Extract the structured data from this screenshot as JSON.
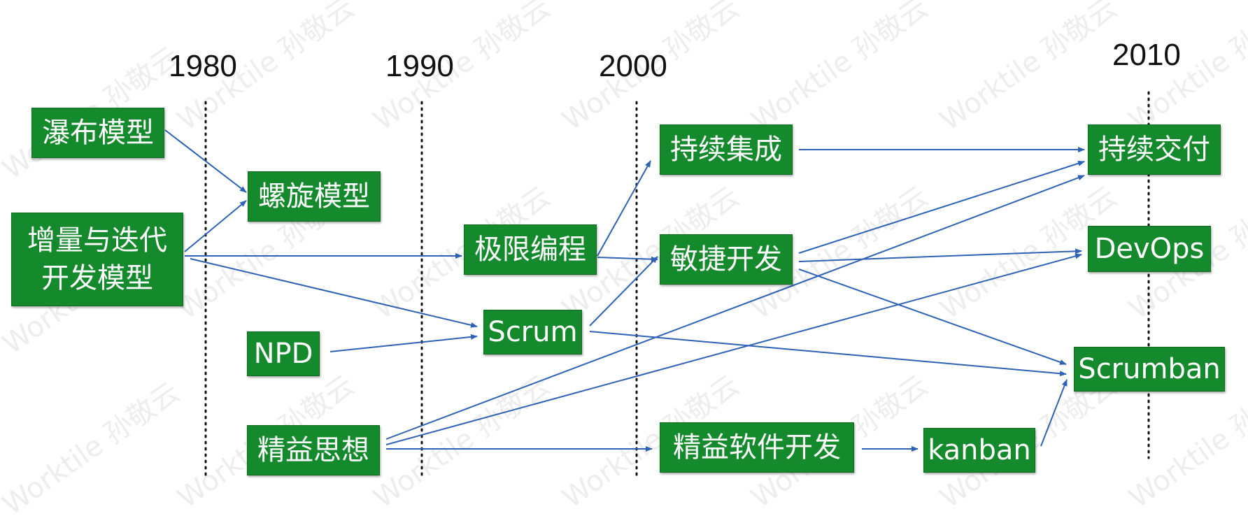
{
  "watermark_text": "Worktile 孙敬云",
  "years": {
    "y1980": "1980",
    "y1990": "1990",
    "y2000": "2000",
    "y2010": "2010"
  },
  "nodes": {
    "waterfall": "瀑布模型",
    "spiral": "螺旋模型",
    "incremental": "增量与迭代开发模型",
    "npd": "NPD",
    "lean_thinking": "精益思想",
    "xp": "极限编程",
    "scrum": "Scrum",
    "ci": "持续集成",
    "agile": "敏捷开发",
    "lean_software": "精益软件开发",
    "kanban": "kanban",
    "cd": "持续交付",
    "devops": "DevOps",
    "scrumban": "Scrumban"
  },
  "colors": {
    "node_fill": "#158A2C",
    "arrow": "#2E62B5",
    "timeline": "#111111"
  }
}
